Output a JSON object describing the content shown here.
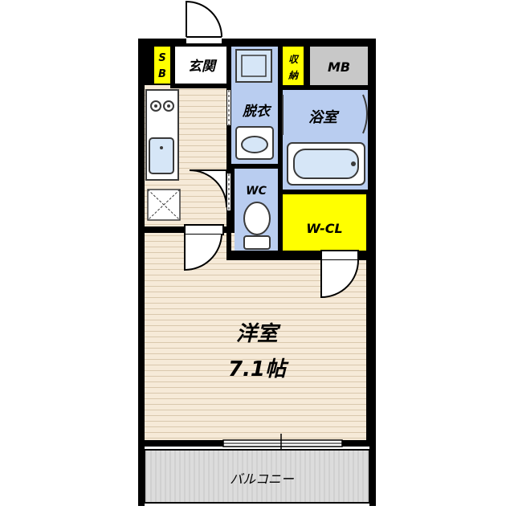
{
  "rooms": {
    "entrance": "玄関",
    "shoe_box": "SB",
    "storage": "収納",
    "meter_box": "MB",
    "dressing": "脱衣",
    "bath": "浴室",
    "toilet": "WC",
    "walk_in_closet": "W-CL",
    "western_room": "洋室",
    "western_room_size": "7.1帖",
    "balcony": "バルコニー"
  },
  "colors": {
    "wall": "#000000",
    "floor_wood": "#f6ead8",
    "floor_wood_line": "#d9c8ad",
    "wet_area": "#b9cdf0",
    "storage_yellow": "#ffff00",
    "meter_box": "#c8c8c8",
    "balcony": "#dcdcdc",
    "fixture_fill": "#d6e6f7",
    "fixture_line": "#3a3a3a"
  }
}
